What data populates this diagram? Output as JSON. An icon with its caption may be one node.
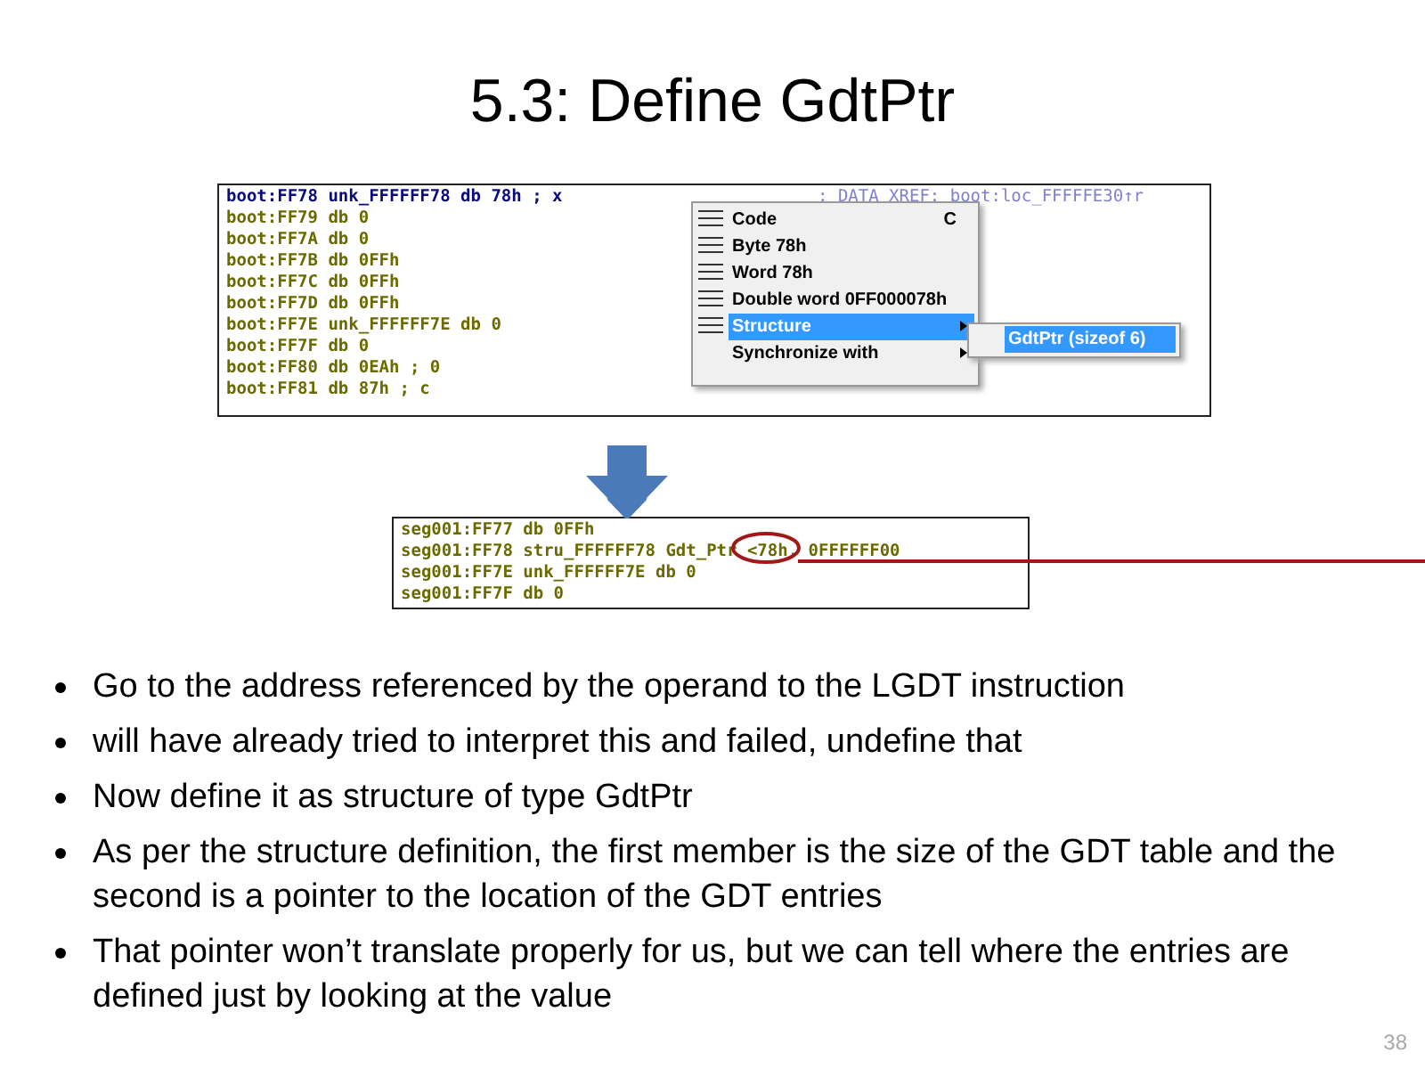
{
  "diagram": {
    "title": "5.3: Define GdtPtr",
    "nodes": [
      {
        "text": [
          "boot:FF78 unk_FFFFFF78 db 78h ; x",
          "; DATA XREF: boot:loc_FFFFFE30↑r",
          "boot:FF79 db 0",
          "boot:FF7A db 0",
          "boot:FF7B db 0FFh",
          "boot:FF7C db 0FFh",
          "boot:FF7D db 0FFh",
          "boot:FF7E unk_FFFFFF7E db 0",
          "boot:FF7F db 0",
          "boot:FF80 db 0EAh ; 0",
          "boot:FF81 db 87h ; c"
        ]
      },
      {
        "text": [
          "Code",
          "C",
          "Byte 78h",
          "Word 78h",
          "Double word 0FF000078h",
          "Structure",
          "Synchronize with"
        ],
        "in": 0
      },
      {
        "text": [
          "GdtPtr (sizeof 6)"
        ],
        "in": 0
      },
      {
        "text": [
          "seg001:FF77 db 0FFh",
          "seg001:FF78 stru_FFFFFF78 Gdt_Ptr <78h, 0FFFFFF00",
          "seg001:FF7E unk_FFFFFF7E db 0",
          "seg001:FF7F db 0"
        ]
      },
      {
        "text": [],
        "shape": "circle",
        "in": 3
      }
    ],
    "edges": [
      {
        "from": 0,
        "to": 3,
        "arrow": "to",
        "style": "thick"
      },
      {
        "from": 4,
        "to": null,
        "arrow": "none",
        "color": "#a01818"
      }
    ],
    "labels": [
      "Go to the address referenced by the operand to the LGDT instruction",
      "will have already tried to interpret this and failed, undefine that",
      "Now define it as structure of type GdtPtr",
      "As per the structure definition, the first member is the size of the GDT table and the second is a pointer to the location of the GDT entries",
      "That pointer won’t translate properly for us, but we can tell where the entries are defined just by looking at the value",
      "38"
    ]
  }
}
